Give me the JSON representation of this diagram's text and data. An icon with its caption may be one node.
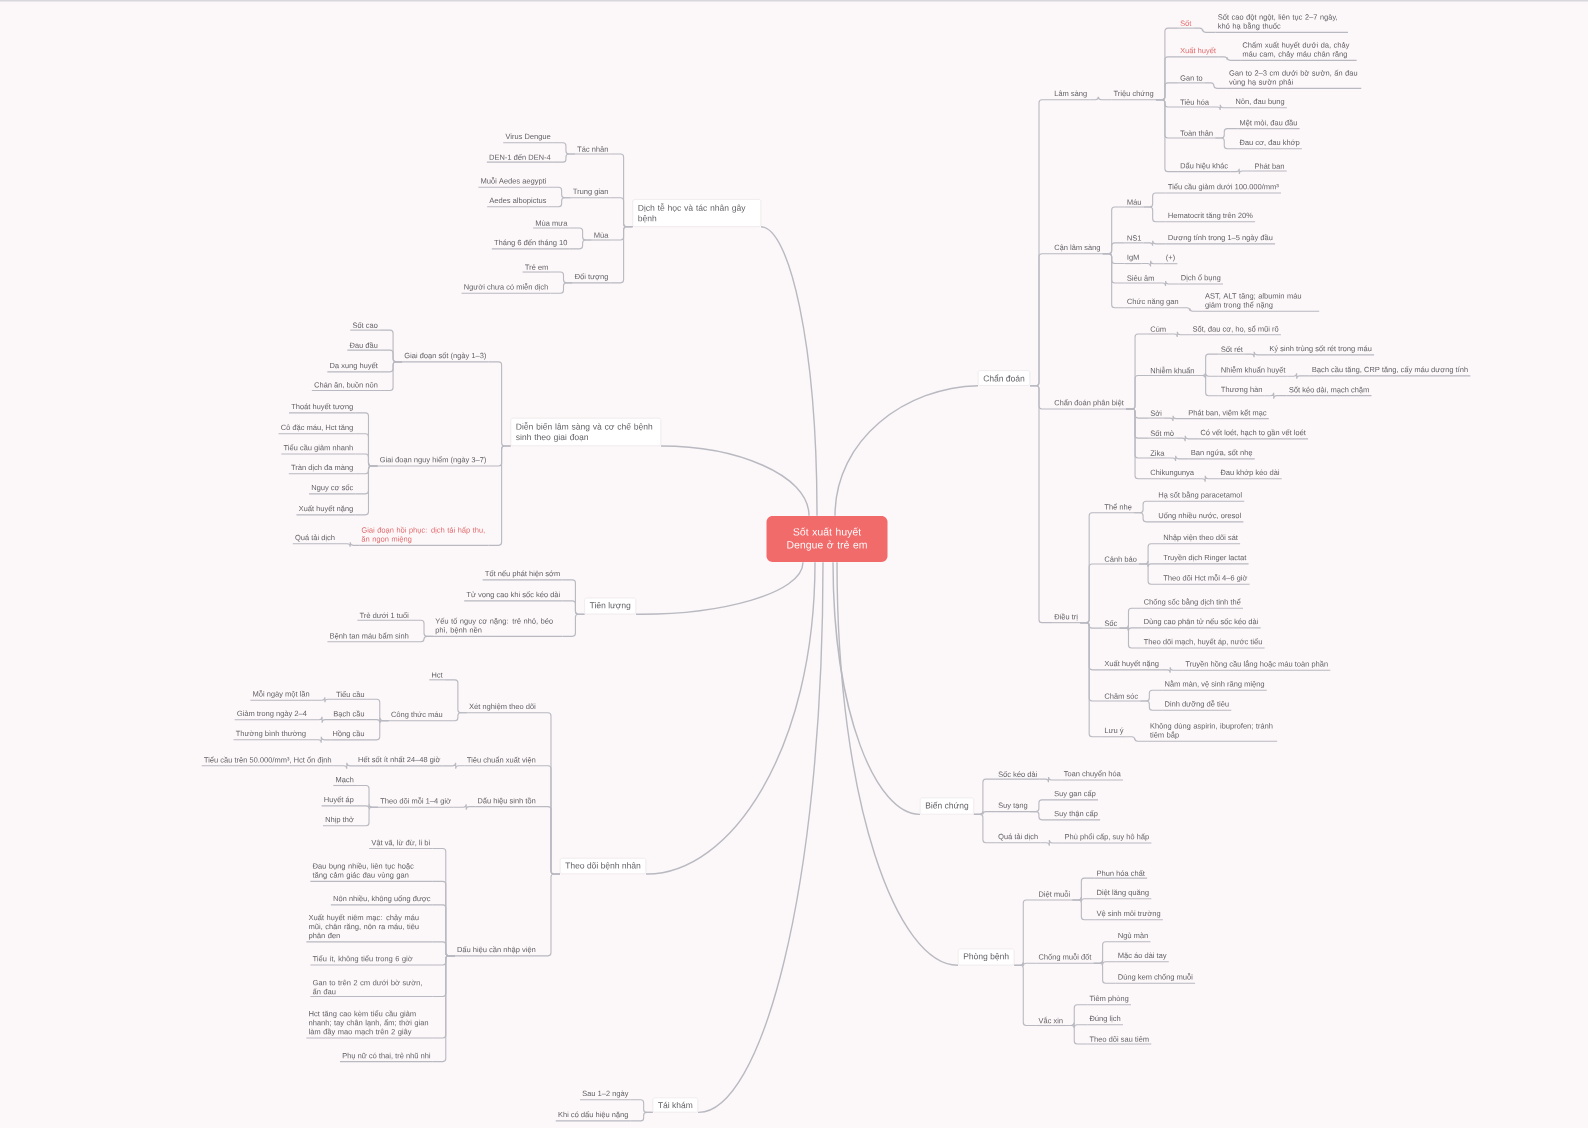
{
  "diagram": {
    "nodes": [
      {
        "text": [
          "Sốt xuất huyết Dengue ở trẻ em"
        ]
      },
      {
        "text": [
          "Chẩn đoán"
        ]
      },
      {
        "text": [
          "Lâm sàng"
        ]
      },
      {
        "text": [
          "Triệu chứng"
        ]
      },
      {
        "text": [
          "Sốt"
        ]
      },
      {
        "text": [
          "Sốt cao đột ngột, liên tục 2–7 ngày, khó hạ bằng thuốc"
        ]
      },
      {
        "text": [
          "Xuất huyết"
        ]
      },
      {
        "text": [
          "Chấm xuất huyết dưới da, chảy máu cam, chảy máu chân răng"
        ]
      },
      {
        "text": [
          "Gan to"
        ]
      },
      {
        "text": [
          "Gan to 2–3 cm dưới bờ sườn, ấn đau vùng hạ sườn phải"
        ]
      },
      {
        "text": [
          "Tiêu hóa"
        ]
      },
      {
        "text": [
          "Nôn, đau bụng"
        ]
      },
      {
        "text": [
          "Toàn thân"
        ]
      },
      {
        "text": [
          "Mệt mỏi, đau đầu"
        ]
      },
      {
        "text": [
          "Đau cơ, đau khớp"
        ]
      },
      {
        "text": [
          "Dấu hiệu khác"
        ]
      },
      {
        "text": [
          "Phát ban"
        ]
      },
      {
        "text": [
          "Cận lâm sàng"
        ]
      },
      {
        "text": [
          "Máu"
        ]
      },
      {
        "text": [
          "Tiểu cầu giảm dưới 100.000/mm³"
        ]
      },
      {
        "text": [
          "Hematocrit tăng trên 20%"
        ]
      },
      {
        "text": [
          "NS1"
        ]
      },
      {
        "text": [
          "Dương tính trong 1–5 ngày đầu"
        ]
      },
      {
        "text": [
          "IgM"
        ]
      },
      {
        "text": [
          "(+)"
        ]
      },
      {
        "text": [
          "Siêu âm"
        ]
      },
      {
        "text": [
          "Dịch ổ bụng"
        ]
      },
      {
        "text": [
          "Chức năng gan"
        ]
      },
      {
        "text": [
          "AST, ALT tăng; albumin máu giảm trong thể nặng"
        ]
      },
      {
        "text": [
          "Chẩn đoán phân biệt"
        ]
      },
      {
        "text": [
          "Cúm"
        ]
      },
      {
        "text": [
          "Sốt, đau cơ, ho, sổ mũi rõ"
        ]
      },
      {
        "text": [
          "Nhiễm khuẩn"
        ]
      },
      {
        "text": [
          "Sốt rét"
        ]
      },
      {
        "text": [
          "Ký sinh trùng sốt rét trong máu"
        ]
      },
      {
        "text": [
          "Nhiễm khuẩn huyết"
        ]
      },
      {
        "text": [
          "Bạch cầu tăng, CRP tăng, cấy máu dương tính"
        ]
      },
      {
        "text": [
          "Thương hàn"
        ]
      },
      {
        "text": [
          "Sốt kéo dài, mạch chậm"
        ]
      },
      {
        "text": [
          "Sởi"
        ]
      },
      {
        "text": [
          "Phát ban, viêm kết mạc"
        ]
      },
      {
        "text": [
          "Sốt mò"
        ]
      },
      {
        "text": [
          "Có vết loét, hạch to gần vết loét"
        ]
      },
      {
        "text": [
          "Zika"
        ]
      },
      {
        "text": [
          "Ban ngứa, sốt nhẹ"
        ]
      },
      {
        "text": [
          "Chikungunya"
        ]
      },
      {
        "text": [
          "Đau khớp kéo dài"
        ]
      },
      {
        "text": [
          "Điều trị"
        ]
      },
      {
        "text": [
          "Thể nhẹ"
        ]
      },
      {
        "text": [
          "Hạ sốt bằng paracetamol"
        ]
      },
      {
        "text": [
          "Uống nhiều nước, oresol"
        ]
      },
      {
        "text": [
          "Cảnh báo"
        ]
      },
      {
        "text": [
          "Nhập viện theo dõi sát"
        ]
      },
      {
        "text": [
          "Truyền dịch Ringer lactat"
        ]
      },
      {
        "text": [
          "Theo dõi Hct mỗi 4–6 giờ"
        ]
      },
      {
        "text": [
          "Sốc"
        ]
      },
      {
        "text": [
          "Chống sốc bằng dịch tinh thể"
        ]
      },
      {
        "text": [
          "Dùng cao phân tử nếu sốc kéo dài"
        ]
      },
      {
        "text": [
          "Theo dõi mạch, huyết áp, nước tiểu"
        ]
      },
      {
        "text": [
          "Xuất huyết nặng"
        ]
      },
      {
        "text": [
          "Truyền hồng cầu lắng hoặc máu toàn phần"
        ]
      },
      {
        "text": [
          "Chăm sóc"
        ]
      },
      {
        "text": [
          "Nằm màn, vệ sinh răng miệng"
        ]
      },
      {
        "text": [
          "Dinh dưỡng dễ tiêu"
        ]
      },
      {
        "text": [
          "Lưu ý"
        ]
      },
      {
        "text": [
          "Không dùng aspirin, ibuprofen; tránh tiêm bắp"
        ]
      },
      {
        "text": [
          "Biến chứng"
        ]
      },
      {
        "text": [
          "Sốc kéo dài"
        ]
      },
      {
        "text": [
          "Toan chuyển hóa"
        ]
      },
      {
        "text": [
          "Suy tạng"
        ]
      },
      {
        "text": [
          "Suy gan cấp"
        ]
      },
      {
        "text": [
          "Suy thận cấp"
        ]
      },
      {
        "text": [
          "Quá tải dịch"
        ]
      },
      {
        "text": [
          "Phù phổi cấp, suy hô hấp"
        ]
      },
      {
        "text": [
          "Phòng bệnh"
        ]
      },
      {
        "text": [
          "Diệt muỗi"
        ]
      },
      {
        "text": [
          "Phun hóa chất"
        ]
      },
      {
        "text": [
          "Diệt lăng quăng"
        ]
      },
      {
        "text": [
          "Vệ sinh môi trường"
        ]
      },
      {
        "text": [
          "Chống muỗi đốt"
        ]
      },
      {
        "text": [
          "Ngủ màn"
        ]
      },
      {
        "text": [
          "Mặc áo dài tay"
        ]
      },
      {
        "text": [
          "Dùng kem chống muỗi"
        ]
      },
      {
        "text": [
          "Vắc xin"
        ]
      },
      {
        "text": [
          "Tiêm phòng"
        ]
      },
      {
        "text": [
          "Đúng lịch"
        ]
      },
      {
        "text": [
          "Theo dõi sau tiêm"
        ]
      },
      {
        "text": [
          "Dịch tễ học và tác nhân gây bệnh"
        ]
      },
      {
        "text": [
          "Tác nhân"
        ]
      },
      {
        "text": [
          "Virus Dengue"
        ]
      },
      {
        "text": [
          "DEN-1 đến DEN-4"
        ]
      },
      {
        "text": [
          "Trung gian"
        ]
      },
      {
        "text": [
          "Muỗi Aedes aegypti"
        ]
      },
      {
        "text": [
          "Aedes albopictus"
        ]
      },
      {
        "text": [
          "Mùa"
        ]
      },
      {
        "text": [
          "Mùa mưa"
        ]
      },
      {
        "text": [
          "Tháng 6 đến tháng 10"
        ]
      },
      {
        "text": [
          "Đối tượng"
        ]
      },
      {
        "text": [
          "Trẻ em"
        ]
      },
      {
        "text": [
          "Người chưa có miễn dịch"
        ]
      },
      {
        "text": [
          "Diễn biến lâm sàng và cơ chế bệnh sinh theo giai đoạn"
        ]
      },
      {
        "text": [
          "Giai đoạn sốt (ngày 1–3)"
        ]
      },
      {
        "text": [
          "Sốt cao"
        ]
      },
      {
        "text": [
          "Đau đầu"
        ]
      },
      {
        "text": [
          "Da xung huyết"
        ]
      },
      {
        "text": [
          "Chán ăn, buồn nôn"
        ]
      },
      {
        "text": [
          "Giai đoạn nguy hiểm (ngày 3–7)"
        ]
      },
      {
        "text": [
          "Thoát huyết tương"
        ]
      },
      {
        "text": [
          "Cô đặc máu, Hct tăng"
        ]
      },
      {
        "text": [
          "Tiểu cầu giảm nhanh"
        ]
      },
      {
        "text": [
          "Tràn dịch đa màng"
        ]
      },
      {
        "text": [
          "Nguy cơ sốc"
        ]
      },
      {
        "text": [
          "Xuất huyết nặng"
        ]
      },
      {
        "text": [
          "Giai đoạn hồi phục: dịch tái hấp thu, ăn ngon miệng"
        ]
      },
      {
        "text": [
          "Quá tải dịch"
        ]
      },
      {
        "text": [
          "Tiên lượng"
        ]
      },
      {
        "text": [
          "Tốt nếu phát hiện sớm"
        ]
      },
      {
        "text": [
          "Tử vong cao khi sốc kéo dài"
        ]
      },
      {
        "text": [
          "Yếu tố nguy cơ nặng: trẻ nhỏ, béo phì, bệnh nền"
        ]
      },
      {
        "text": [
          "Trẻ dưới 1 tuổi"
        ]
      },
      {
        "text": [
          "Bệnh tan máu bẩm sinh"
        ]
      },
      {
        "text": [
          "Theo dõi bệnh nhân"
        ]
      },
      {
        "text": [
          "Xét nghiệm theo dõi"
        ]
      },
      {
        "text": [
          "Hct"
        ]
      },
      {
        "text": [
          "Công thức máu"
        ]
      },
      {
        "text": [
          "Tiểu cầu"
        ]
      },
      {
        "text": [
          "Mỗi ngày một lần"
        ]
      },
      {
        "text": [
          "Bạch cầu"
        ]
      },
      {
        "text": [
          "Giảm trong ngày 2–4"
        ]
      },
      {
        "text": [
          "Hồng cầu"
        ]
      },
      {
        "text": [
          "Thường bình thường"
        ]
      },
      {
        "text": [
          "Tiêu chuẩn xuất viện"
        ]
      },
      {
        "text": [
          "Hết sốt ít nhất 24–48 giờ"
        ]
      },
      {
        "text": [
          "Tiểu cầu trên 50.000/mm³, Hct ổn định"
        ]
      },
      {
        "text": [
          "Dấu hiệu sinh tồn"
        ]
      },
      {
        "text": [
          "Theo dõi mỗi 1–4 giờ"
        ]
      },
      {
        "text": [
          "Mạch"
        ]
      },
      {
        "text": [
          "Huyết áp"
        ]
      },
      {
        "text": [
          "Nhịp thở"
        ]
      },
      {
        "text": [
          "Dấu hiệu cần nhập viện"
        ]
      },
      {
        "text": [
          "Vật vã, lừ đừ, li bì"
        ]
      },
      {
        "text": [
          "Đau bụng nhiều, liên tục hoặc tăng cảm giác đau vùng gan"
        ]
      },
      {
        "text": [
          "Nôn nhiều, không uống được"
        ]
      },
      {
        "text": [
          "Xuất huyết niêm mạc: chảy máu mũi, chân răng, nôn ra máu, tiêu phân đen"
        ]
      },
      {
        "text": [
          "Tiểu ít, không tiểu trong 6 giờ"
        ]
      },
      {
        "text": [
          "Gan to trên 2 cm dưới bờ sườn, ấn đau"
        ]
      },
      {
        "text": [
          "Hct tăng cao kèm tiểu cầu giảm nhanh; tay chân lạnh, ẩm; thời gian làm đầy mao mạch trên 2 giây"
        ]
      },
      {
        "text": [
          "Phụ nữ có thai, trẻ nhũ nhi"
        ]
      },
      {
        "text": [
          "Tái khám"
        ]
      },
      {
        "text": [
          "Sau 1–2 ngày"
        ]
      },
      {
        "text": [
          "Khi có dấu hiệu nặng"
        ]
      }
    ],
    "edges": [
      {
        "from": 0,
        "to": 1,
        "arrow": "none"
      },
      {
        "from": 1,
        "to": 2,
        "arrow": "none"
      },
      {
        "from": 2,
        "to": 3,
        "arrow": "none"
      },
      {
        "from": 3,
        "to": 4,
        "arrow": "none"
      },
      {
        "from": 4,
        "to": 5,
        "arrow": "none"
      },
      {
        "from": 3,
        "to": 6,
        "arrow": "none"
      },
      {
        "from": 6,
        "to": 7,
        "arrow": "none"
      },
      {
        "from": 3,
        "to": 8,
        "arrow": "none"
      },
      {
        "from": 8,
        "to": 9,
        "arrow": "none"
      },
      {
        "from": 3,
        "to": 10,
        "arrow": "none"
      },
      {
        "from": 10,
        "to": 11,
        "arrow": "none"
      },
      {
        "from": 3,
        "to": 12,
        "arrow": "none"
      },
      {
        "from": 12,
        "to": 13,
        "arrow": "none"
      },
      {
        "from": 12,
        "to": 14,
        "arrow": "none"
      },
      {
        "from": 3,
        "to": 15,
        "arrow": "none"
      },
      {
        "from": 15,
        "to": 16,
        "arrow": "none"
      },
      {
        "from": 1,
        "to": 17,
        "arrow": "none"
      },
      {
        "from": 17,
        "to": 18,
        "arrow": "none"
      },
      {
        "from": 18,
        "to": 19,
        "arrow": "none"
      },
      {
        "from": 18,
        "to": 20,
        "arrow": "none"
      },
      {
        "from": 17,
        "to": 21,
        "arrow": "none"
      },
      {
        "from": 21,
        "to": 22,
        "arrow": "none"
      },
      {
        "from": 17,
        "to": 23,
        "arrow": "none"
      },
      {
        "from": 23,
        "to": 24,
        "arrow": "none"
      },
      {
        "from": 17,
        "to": 25,
        "arrow": "none"
      },
      {
        "from": 25,
        "to": 26,
        "arrow": "none"
      },
      {
        "from": 17,
        "to": 27,
        "arrow": "none"
      },
      {
        "from": 27,
        "to": 28,
        "arrow": "none"
      },
      {
        "from": 1,
        "to": 29,
        "arrow": "none"
      },
      {
        "from": 29,
        "to": 30,
        "arrow": "none"
      },
      {
        "from": 30,
        "to": 31,
        "arrow": "none"
      },
      {
        "from": 29,
        "to": 32,
        "arrow": "none"
      },
      {
        "from": 32,
        "to": 33,
        "arrow": "none"
      },
      {
        "from": 33,
        "to": 34,
        "arrow": "none"
      },
      {
        "from": 32,
        "to": 35,
        "arrow": "none"
      },
      {
        "from": 35,
        "to": 36,
        "arrow": "none"
      },
      {
        "from": 32,
        "to": 37,
        "arrow": "none"
      },
      {
        "from": 37,
        "to": 38,
        "arrow": "none"
      },
      {
        "from": 29,
        "to": 39,
        "arrow": "none"
      },
      {
        "from": 39,
        "to": 40,
        "arrow": "none"
      },
      {
        "from": 29,
        "to": 41,
        "arrow": "none"
      },
      {
        "from": 41,
        "to": 42,
        "arrow": "none"
      },
      {
        "from": 29,
        "to": 43,
        "arrow": "none"
      },
      {
        "from": 43,
        "to": 44,
        "arrow": "none"
      },
      {
        "from": 29,
        "to": 45,
        "arrow": "none"
      },
      {
        "from": 45,
        "to": 46,
        "arrow": "none"
      },
      {
        "from": 1,
        "to": 47,
        "arrow": "none"
      },
      {
        "from": 47,
        "to": 48,
        "arrow": "none"
      },
      {
        "from": 48,
        "to": 49,
        "arrow": "none"
      },
      {
        "from": 48,
        "to": 50,
        "arrow": "none"
      },
      {
        "from": 47,
        "to": 51,
        "arrow": "none"
      },
      {
        "from": 51,
        "to": 52,
        "arrow": "none"
      },
      {
        "from": 51,
        "to": 53,
        "arrow": "none"
      },
      {
        "from": 51,
        "to": 54,
        "arrow": "none"
      },
      {
        "from": 47,
        "to": 55,
        "arrow": "none"
      },
      {
        "from": 55,
        "to": 56,
        "arrow": "none"
      },
      {
        "from": 55,
        "to": 57,
        "arrow": "none"
      },
      {
        "from": 55,
        "to": 58,
        "arrow": "none"
      },
      {
        "from": 47,
        "to": 59,
        "arrow": "none"
      },
      {
        "from": 59,
        "to": 60,
        "arrow": "none"
      },
      {
        "from": 47,
        "to": 61,
        "arrow": "none"
      },
      {
        "from": 61,
        "to": 62,
        "arrow": "none"
      },
      {
        "from": 61,
        "to": 63,
        "arrow": "none"
      },
      {
        "from": 47,
        "to": 64,
        "arrow": "none"
      },
      {
        "from": 64,
        "to": 65,
        "arrow": "none"
      },
      {
        "from": 0,
        "to": 66,
        "arrow": "none"
      },
      {
        "from": 66,
        "to": 67,
        "arrow": "none"
      },
      {
        "from": 67,
        "to": 68,
        "arrow": "none"
      },
      {
        "from": 66,
        "to": 69,
        "arrow": "none"
      },
      {
        "from": 69,
        "to": 70,
        "arrow": "none"
      },
      {
        "from": 69,
        "to": 71,
        "arrow": "none"
      },
      {
        "from": 66,
        "to": 72,
        "arrow": "none"
      },
      {
        "from": 72,
        "to": 73,
        "arrow": "none"
      },
      {
        "from": 0,
        "to": 74,
        "arrow": "none"
      },
      {
        "from": 74,
        "to": 75,
        "arrow": "none"
      },
      {
        "from": 75,
        "to": 76,
        "arrow": "none"
      },
      {
        "from": 75,
        "to": 77,
        "arrow": "none"
      },
      {
        "from": 75,
        "to": 78,
        "arrow": "none"
      },
      {
        "from": 74,
        "to": 79,
        "arrow": "none"
      },
      {
        "from": 79,
        "to": 80,
        "arrow": "none"
      },
      {
        "from": 79,
        "to": 81,
        "arrow": "none"
      },
      {
        "from": 79,
        "to": 82,
        "arrow": "none"
      },
      {
        "from": 74,
        "to": 83,
        "arrow": "none"
      },
      {
        "from": 83,
        "to": 84,
        "arrow": "none"
      },
      {
        "from": 83,
        "to": 85,
        "arrow": "none"
      },
      {
        "from": 83,
        "to": 86,
        "arrow": "none"
      },
      {
        "from": 0,
        "to": 87,
        "arrow": "none"
      },
      {
        "from": 87,
        "to": 88,
        "arrow": "none"
      },
      {
        "from": 88,
        "to": 89,
        "arrow": "none"
      },
      {
        "from": 88,
        "to": 90,
        "arrow": "none"
      },
      {
        "from": 87,
        "to": 91,
        "arrow": "none"
      },
      {
        "from": 91,
        "to": 92,
        "arrow": "none"
      },
      {
        "from": 91,
        "to": 93,
        "arrow": "none"
      },
      {
        "from": 87,
        "to": 94,
        "arrow": "none"
      },
      {
        "from": 94,
        "to": 95,
        "arrow": "none"
      },
      {
        "from": 94,
        "to": 96,
        "arrow": "none"
      },
      {
        "from": 87,
        "to": 97,
        "arrow": "none"
      },
      {
        "from": 97,
        "to": 98,
        "arrow": "none"
      },
      {
        "from": 97,
        "to": 99,
        "arrow": "none"
      },
      {
        "from": 0,
        "to": 100,
        "arrow": "none"
      },
      {
        "from": 100,
        "to": 101,
        "arrow": "none"
      },
      {
        "from": 101,
        "to": 102,
        "arrow": "none"
      },
      {
        "from": 101,
        "to": 103,
        "arrow": "none"
      },
      {
        "from": 101,
        "to": 104,
        "arrow": "none"
      },
      {
        "from": 101,
        "to": 105,
        "arrow": "none"
      },
      {
        "from": 100,
        "to": 106,
        "arrow": "none"
      },
      {
        "from": 106,
        "to": 107,
        "arrow": "none"
      },
      {
        "from": 106,
        "to": 108,
        "arrow": "none"
      },
      {
        "from": 106,
        "to": 109,
        "arrow": "none"
      },
      {
        "from": 106,
        "to": 110,
        "arrow": "none"
      },
      {
        "from": 106,
        "to": 111,
        "arrow": "none"
      },
      {
        "from": 106,
        "to": 112,
        "arrow": "none"
      },
      {
        "from": 100,
        "to": 113,
        "arrow": "none"
      },
      {
        "from": 113,
        "to": 114,
        "arrow": "none"
      },
      {
        "from": 0,
        "to": 115,
        "arrow": "none"
      },
      {
        "from": 115,
        "to": 116,
        "arrow": "none"
      },
      {
        "from": 115,
        "to": 117,
        "arrow": "none"
      },
      {
        "from": 115,
        "to": 118,
        "arrow": "none"
      },
      {
        "from": 118,
        "to": 119,
        "arrow": "none"
      },
      {
        "from": 118,
        "to": 120,
        "arrow": "none"
      },
      {
        "from": 0,
        "to": 121,
        "arrow": "none"
      },
      {
        "from": 121,
        "to": 122,
        "arrow": "none"
      },
      {
        "from": 122,
        "to": 123,
        "arrow": "none"
      },
      {
        "from": 122,
        "to": 124,
        "arrow": "none"
      },
      {
        "from": 124,
        "to": 125,
        "arrow": "none"
      },
      {
        "from": 125,
        "to": 126,
        "arrow": "none"
      },
      {
        "from": 124,
        "to": 127,
        "arrow": "none"
      },
      {
        "from": 127,
        "to": 128,
        "arrow": "none"
      },
      {
        "from": 124,
        "to": 129,
        "arrow": "none"
      },
      {
        "from": 129,
        "to": 130,
        "arrow": "none"
      },
      {
        "from": 121,
        "to": 131,
        "arrow": "none"
      },
      {
        "from": 131,
        "to": 132,
        "arrow": "none"
      },
      {
        "from": 132,
        "to": 133,
        "arrow": "none"
      },
      {
        "from": 121,
        "to": 134,
        "arrow": "none"
      },
      {
        "from": 134,
        "to": 135,
        "arrow": "none"
      },
      {
        "from": 135,
        "to": 136,
        "arrow": "none"
      },
      {
        "from": 135,
        "to": 137,
        "arrow": "none"
      },
      {
        "from": 135,
        "to": 138,
        "arrow": "none"
      },
      {
        "from": 121,
        "to": 139,
        "arrow": "none"
      },
      {
        "from": 139,
        "to": 140,
        "arrow": "none"
      },
      {
        "from": 139,
        "to": 141,
        "arrow": "none"
      },
      {
        "from": 139,
        "to": 142,
        "arrow": "none"
      },
      {
        "from": 139,
        "to": 143,
        "arrow": "none"
      },
      {
        "from": 139,
        "to": 144,
        "arrow": "none"
      },
      {
        "from": 139,
        "to": 145,
        "arrow": "none"
      },
      {
        "from": 139,
        "to": 146,
        "arrow": "none"
      },
      {
        "from": 139,
        "to": 147,
        "arrow": "none"
      },
      {
        "from": 0,
        "to": 148,
        "arrow": "none"
      },
      {
        "from": 148,
        "to": 149,
        "arrow": "none"
      },
      {
        "from": 148,
        "to": 150,
        "arrow": "none"
      }
    ]
  }
}
